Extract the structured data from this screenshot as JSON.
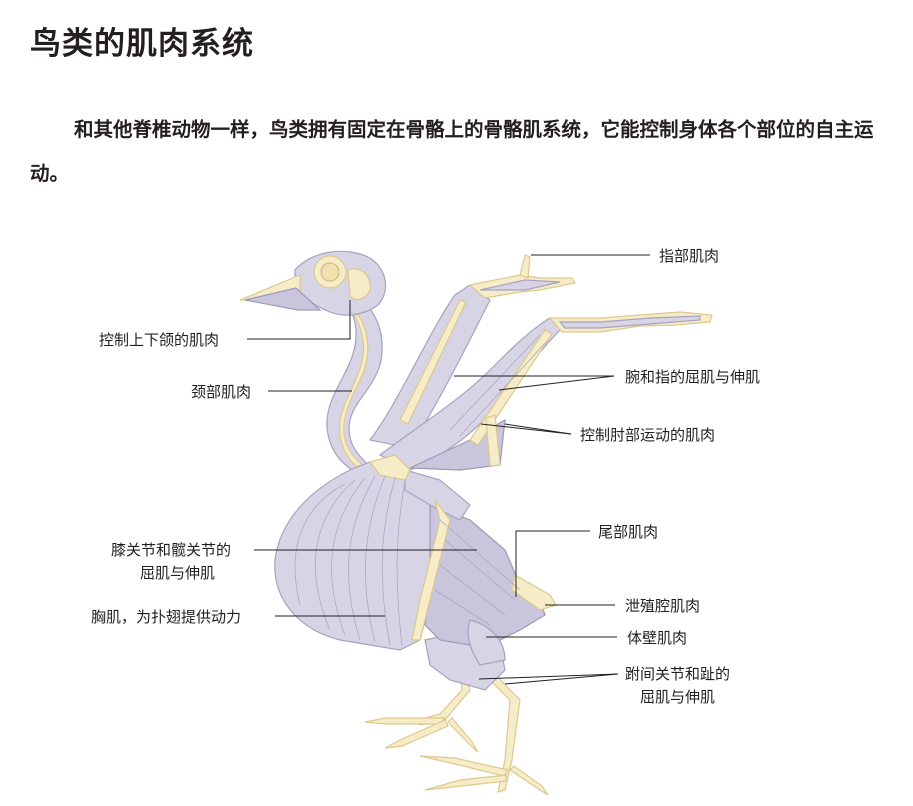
{
  "title": "鸟类的肌肉系统",
  "intro": "和其他脊椎动物一样，鸟类拥有固定在骨骼上的骨骼肌系统，它能控制身体各个部位的自主运动。",
  "labels": {
    "digits": "指部肌肉",
    "jaw": "控制上下颌的肌肉",
    "wrist_digit": "腕和指的屈肌与伸肌",
    "neck": "颈部肌肉",
    "elbow": "控制肘部运动的肌肉",
    "tail": "尾部肌肉",
    "knee_hip_line1": "膝关节和髋关节的",
    "knee_hip_line2": "屈肌与伸肌",
    "cloaca": "泄殖腔肌肉",
    "pectoral": "胸肌，为扑翅提供动力",
    "body_wall": "体壁肌肉",
    "tarsal_line1": "跗间关节和趾的",
    "tarsal_line2": "屈肌与伸肌"
  },
  "colors": {
    "muscle": "#d7d4e6",
    "bone": "#f7ecc8",
    "text": "#231f20"
  }
}
